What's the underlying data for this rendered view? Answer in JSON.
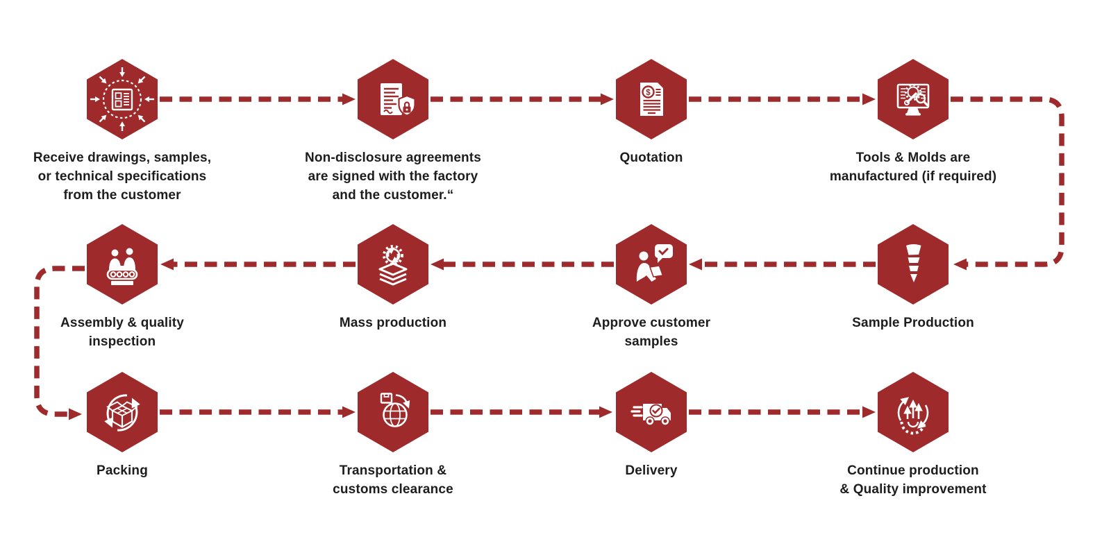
{
  "diagram": {
    "type": "process-flow",
    "shape": "hexagon",
    "connector_style": "dashed-arrow"
  },
  "colors": {
    "accent": "#9e2a2b",
    "label_text": "#1d1d1d",
    "icon": "#ffffff",
    "background": "#ffffff"
  },
  "steps": [
    {
      "id": "receive-specs",
      "label": "Receive drawings, samples,\nor technical specifications\nfrom the customer",
      "icon": "inbound-documents-icon"
    },
    {
      "id": "nda",
      "label": "Non-disclosure agreements\nare signed with the factory\nand the customer.“",
      "icon": "nda-lock-document-icon"
    },
    {
      "id": "quotation",
      "label": "Quotation",
      "icon": "price-quote-document-icon"
    },
    {
      "id": "tools-molds",
      "label": "Tools & Molds are\nmanufactured (if required)",
      "icon": "tooling-design-monitor-icon"
    },
    {
      "id": "sample-production",
      "label": "Sample Production",
      "icon": "screw-sample-icon"
    },
    {
      "id": "approve-samples",
      "label": "Approve customer\nsamples",
      "icon": "customer-approval-chat-icon"
    },
    {
      "id": "mass-production",
      "label": "Mass production",
      "icon": "gear-layers-icon"
    },
    {
      "id": "assembly-inspection",
      "label": "Assembly & quality\ninspection",
      "icon": "assembly-line-workers-icon"
    },
    {
      "id": "packing",
      "label": "Packing",
      "icon": "packing-box-cycle-icon"
    },
    {
      "id": "transport-customs",
      "label": "Transportation &\ncustoms clearance",
      "icon": "global-shipping-icon"
    },
    {
      "id": "delivery",
      "label": "Delivery",
      "icon": "delivery-truck-icon"
    },
    {
      "id": "continue-improvement",
      "label": "Continue production\n& Quality improvement",
      "icon": "continuous-improvement-icon"
    }
  ]
}
